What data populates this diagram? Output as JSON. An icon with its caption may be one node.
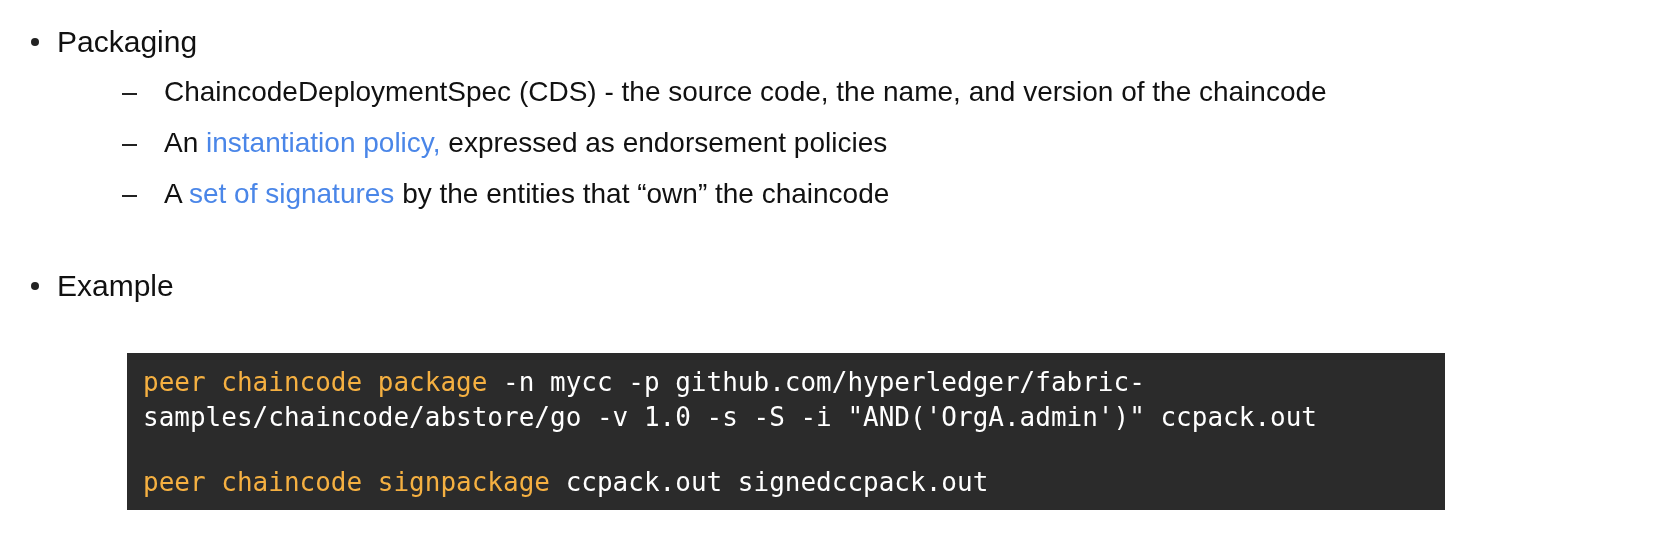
{
  "diagram": {
    "labels": [
      "Packaging",
      "ChaincodeDeploymentSpec (CDS) - the source code, the name, and version of the chaincode",
      "An",
      "instantiation policy,",
      "expressed as endorsement policies",
      "A",
      "set of signatures",
      "by the entities that “own” the chaincode",
      "Example",
      "peer chaincode package",
      "-n mycc -p github.com/hyperledger/fabric-samples/chaincode/abstore/go -v 1.0 -s -S -i \"AND('OrgA.admin')\" ccpack.out",
      "peer chaincode signpackage",
      "ccpack.out signedccpack.out"
    ]
  }
}
